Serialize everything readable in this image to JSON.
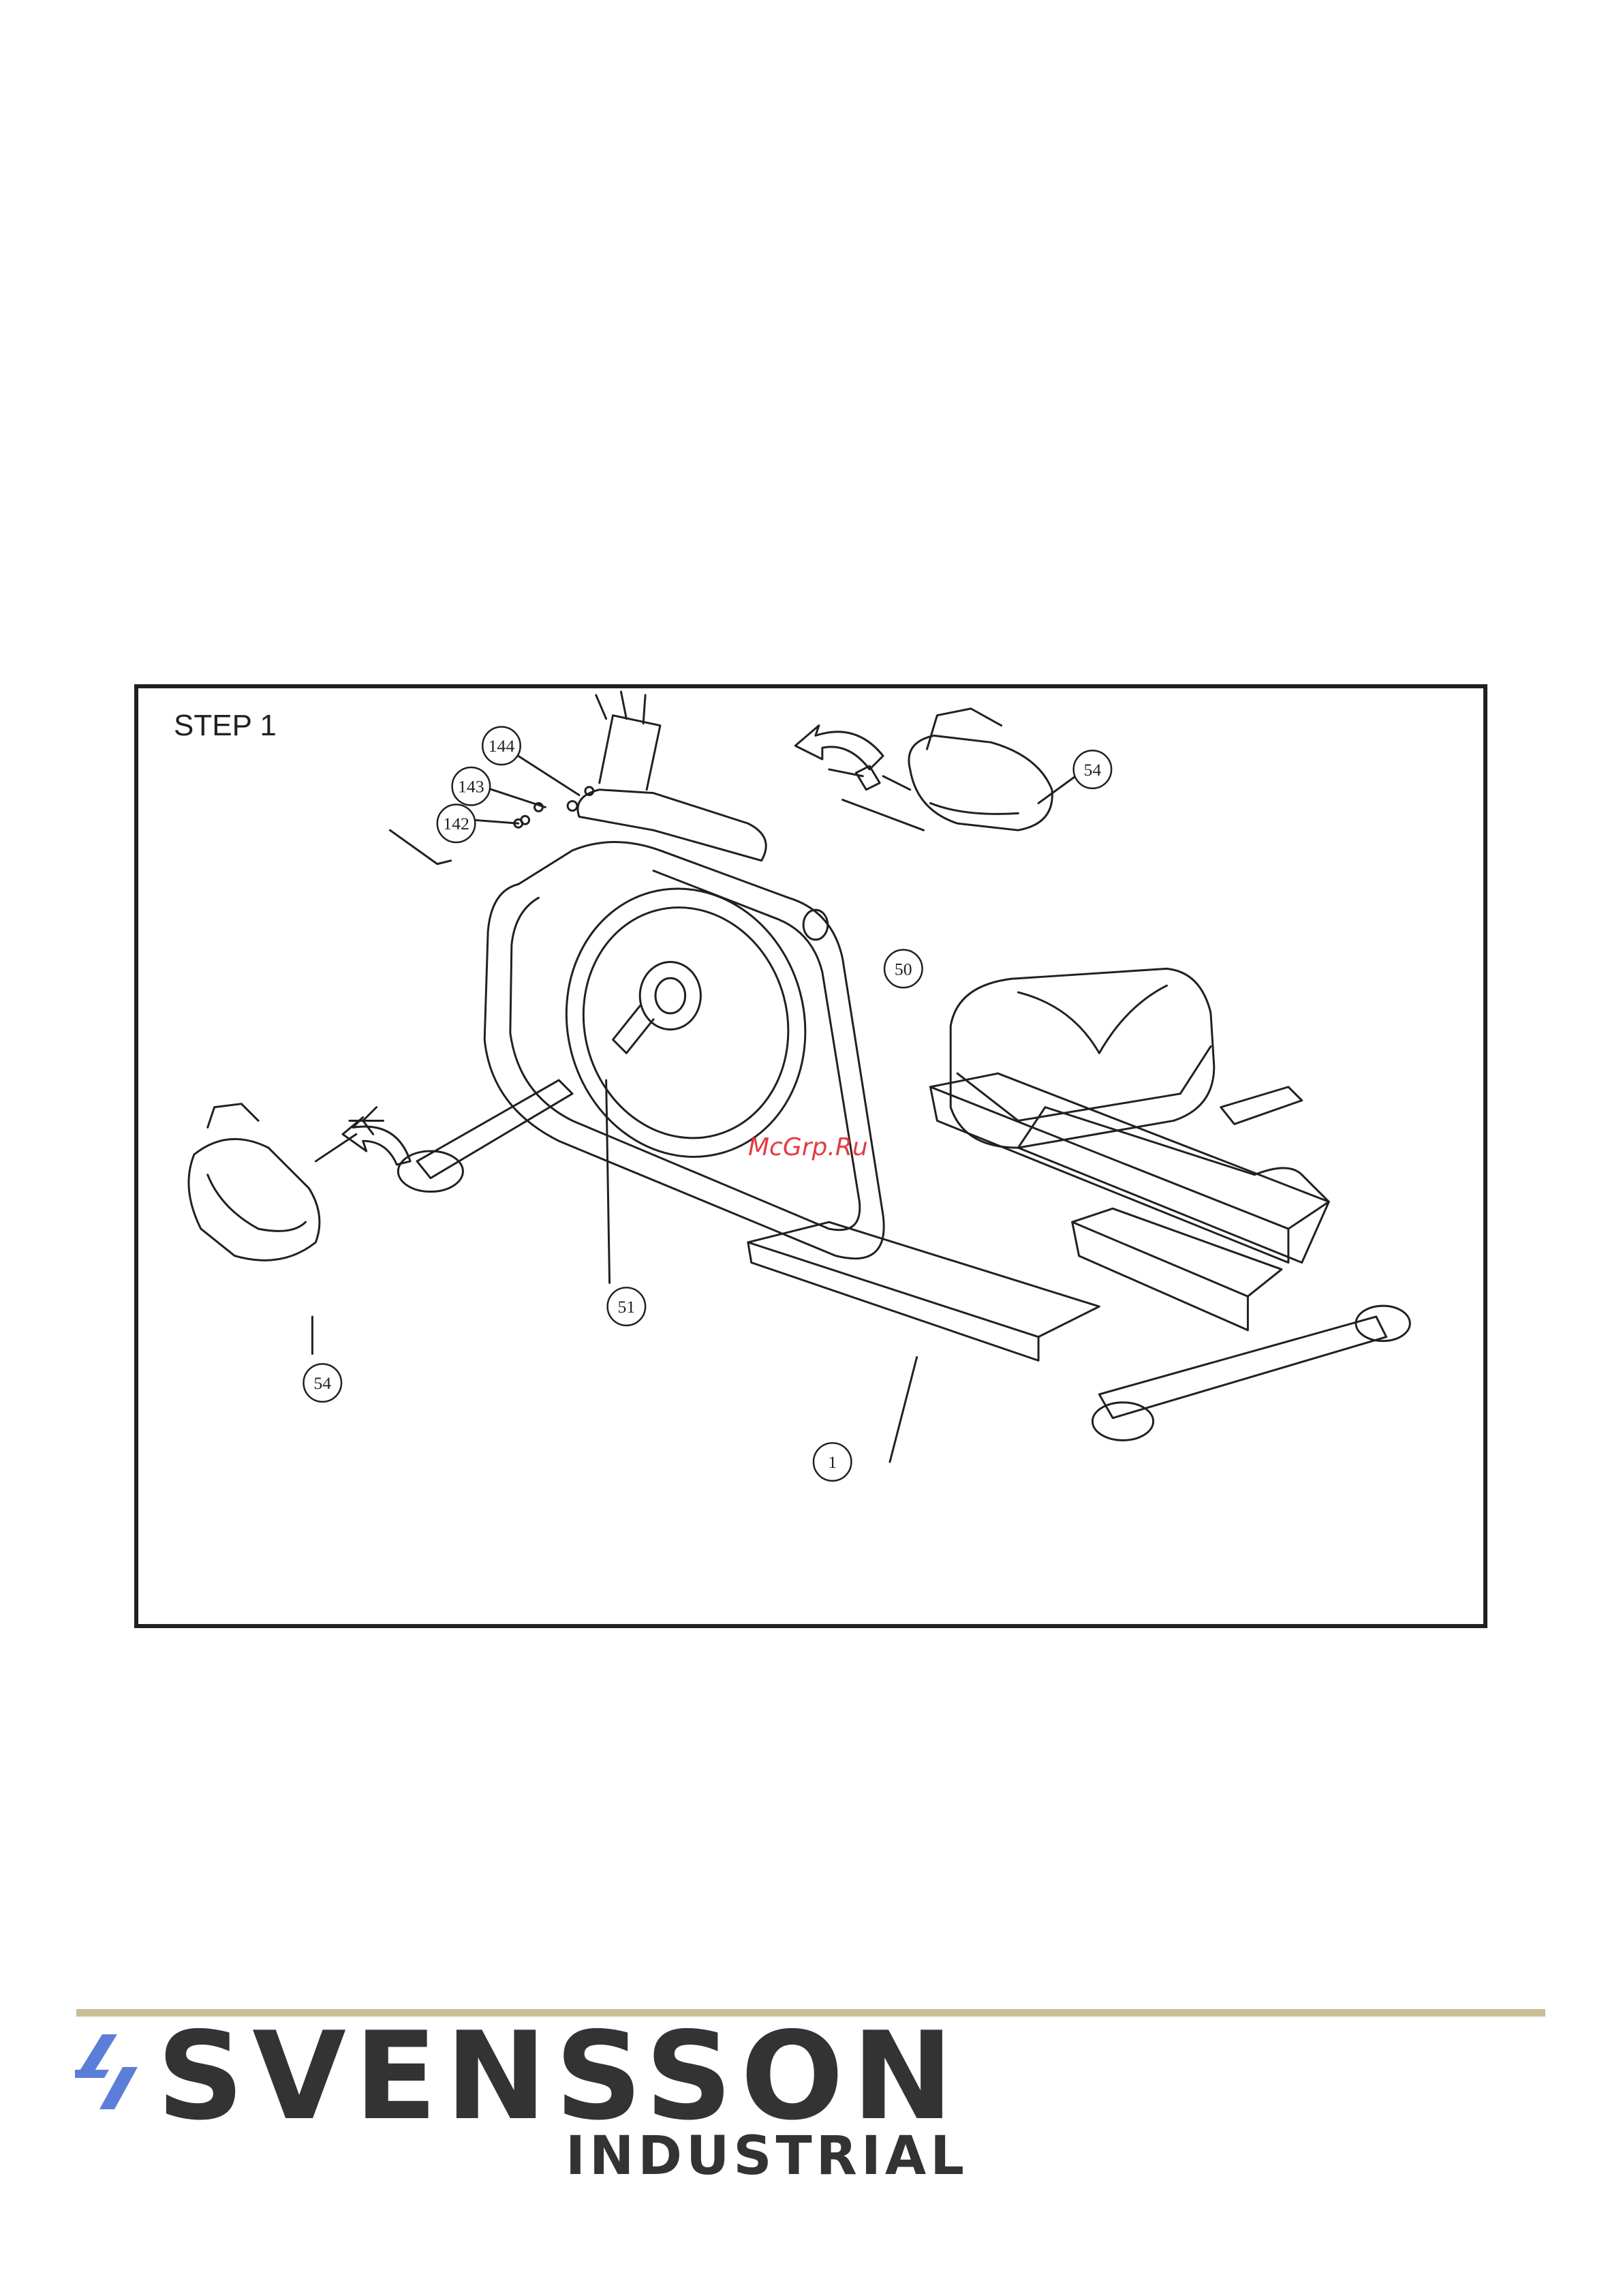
{
  "figure": {
    "step_title": "STEP 1",
    "callouts": [
      "144",
      "143",
      "142",
      "54",
      "50",
      "51",
      "54",
      "1"
    ]
  },
  "watermark": "McGrp.Ru",
  "footer": {
    "brand_name": "SVENSSON",
    "brand_sub": "INDUSTRIAL",
    "rule_color": "#c8bf98",
    "logo_color": "#5b7fd8"
  }
}
